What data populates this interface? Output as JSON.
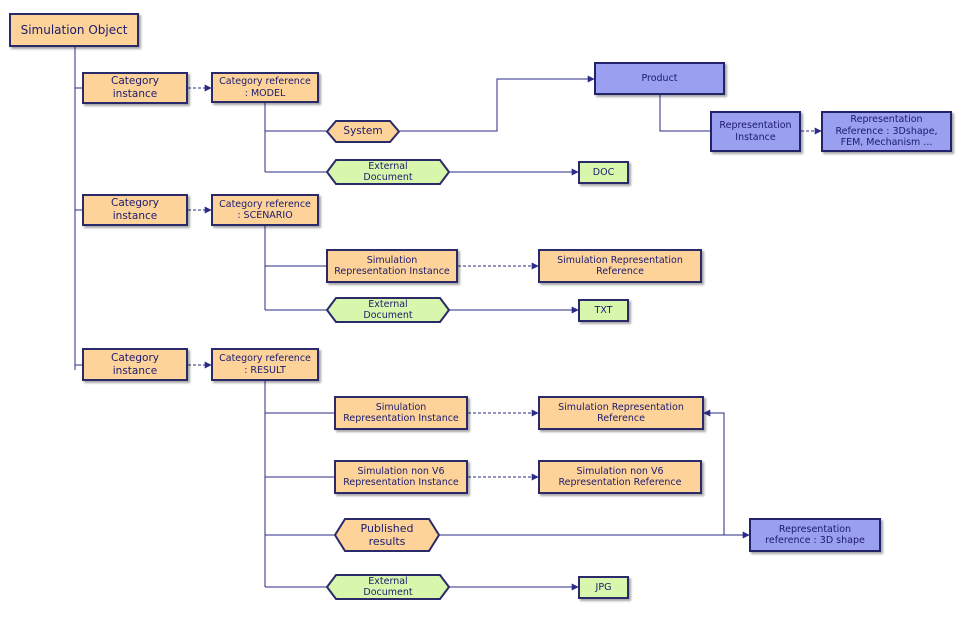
{
  "nodes": {
    "simulation_object": "Simulation Object",
    "category_instance_1": "Category\ninstance",
    "category_reference_model": "Category reference\n: MODEL",
    "system": "System",
    "product": "Product",
    "representation_instance": "Representation\nInstance",
    "representation_reference_3dshape_fem": "Representation\nReference : 3Dshape,\nFEM, Mechanism ...",
    "external_document_1": "External\nDocument",
    "doc": "DOC",
    "category_instance_2": "Category\ninstance",
    "category_reference_scenario": "Category reference\n: SCENARIO",
    "simulation_representation_instance_1": "Simulation\nRepresentation Instance",
    "simulation_representation_reference_1": "Simulation Representation\nReference",
    "external_document_2": "External\nDocument",
    "txt": "TXT",
    "category_instance_3": "Category\ninstance",
    "category_reference_result": "Category reference\n: RESULT",
    "simulation_representation_instance_2": "Simulation\nRepresentation Instance",
    "simulation_representation_reference_2": "Simulation Representation\nReference",
    "simulation_non_v6_instance": "Simulation non V6\nRepresentation Instance",
    "simulation_non_v6_reference": "Simulation non V6\nRepresentation Reference",
    "published_results": "Published\nresults",
    "representation_reference_3d_shape": "Representation\nreference : 3D shape",
    "external_document_3": "External\nDocument",
    "jpg": "JPG"
  },
  "colors": {
    "orange": "#fdd39a",
    "purple": "#9b9ff0",
    "green": "#d8f7ad",
    "border": "#2a2a6a",
    "line": "#2b2b8a",
    "text": "#1b1b6e"
  }
}
